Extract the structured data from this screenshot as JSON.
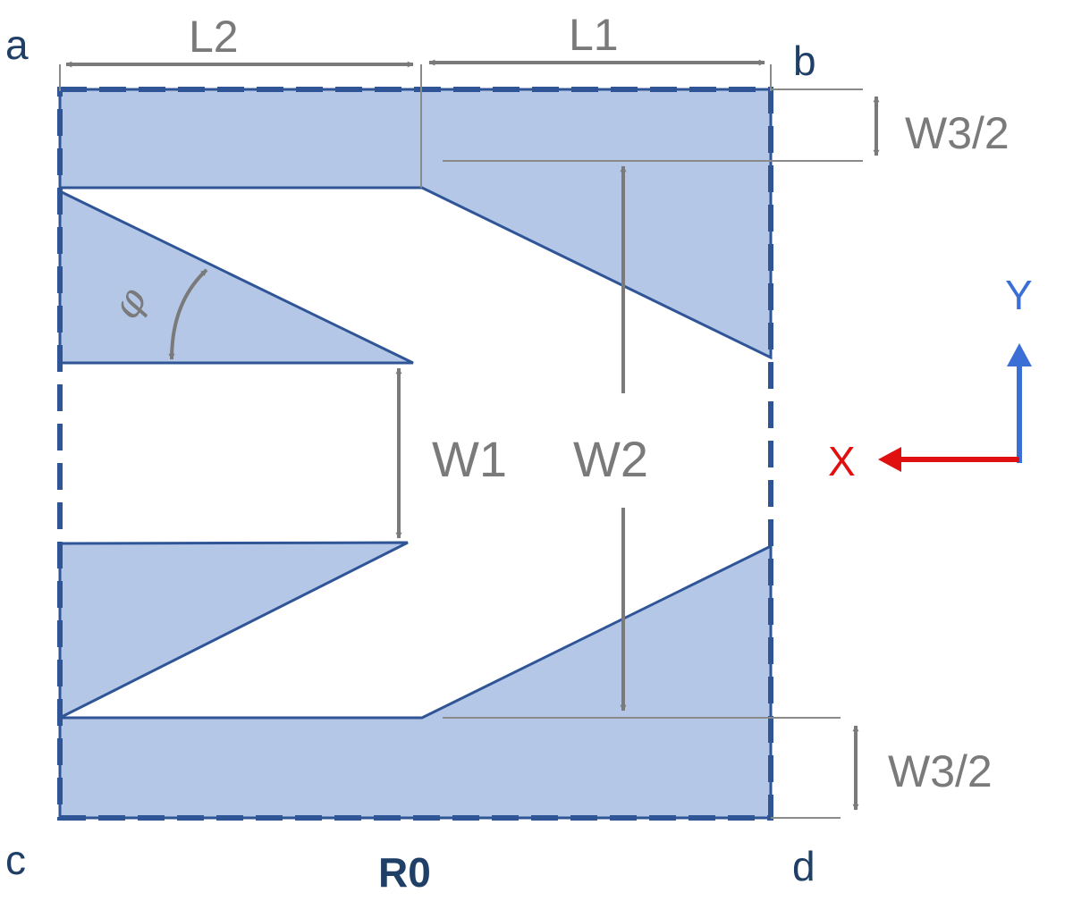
{
  "corners": {
    "a": "a",
    "b": "b",
    "c": "c",
    "d": "d"
  },
  "dimensions": {
    "l1": "L1",
    "l2": "L2",
    "w1": "W1",
    "w2": "W2",
    "w3_top": "W3/2",
    "w3_bottom": "W3/2",
    "angle": "φ"
  },
  "cell_label": "R0",
  "axes": {
    "y": "Y",
    "x": "X"
  },
  "colors": {
    "fill": "#b4c7e7",
    "outline": "#2f5597",
    "dimension": "#7a7a7a",
    "axis_y": "#3b6fd6",
    "axis_x": "#e01010"
  }
}
